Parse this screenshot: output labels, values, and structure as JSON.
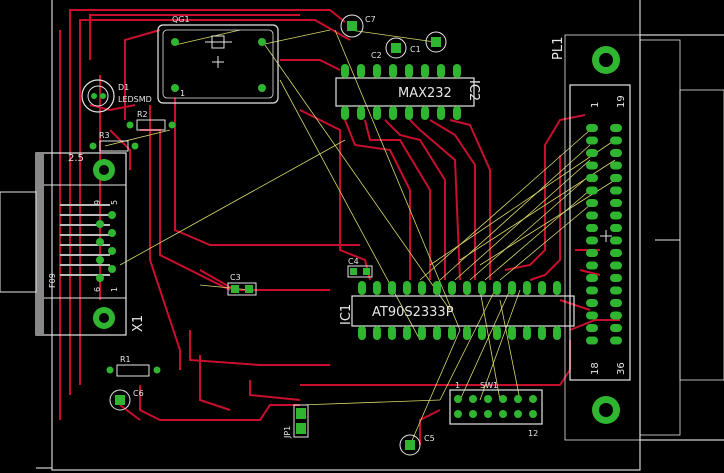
{
  "labels": {
    "qg1": "QG1",
    "c7": "C7",
    "c2": "C2",
    "c1": "C1",
    "max232": "MAX232",
    "ic2": "IC2",
    "d1": "D1",
    "ledsmd": "LEDSMD",
    "one_qg": "1",
    "r2": "R2",
    "r3": "R3",
    "v25": "2.5",
    "pl1": "PL1",
    "p1": "1",
    "p19": "19",
    "p18": "18",
    "p36": "36",
    "f09": "F09",
    "d9": "9",
    "d5": "5",
    "d6": "6",
    "d1pin": "1",
    "x1": "X1",
    "c4": "C4",
    "c3": "C3",
    "at90": "AT90S2333P",
    "ic1": "IC1",
    "r1": "R1",
    "c6": "C6",
    "sw1": "SW1",
    "sw_1": "1",
    "sw_12": "12",
    "jp1": "JP1",
    "c5": "C5"
  },
  "colors": {
    "trace": "#c8102e",
    "pad": "#2fb52f",
    "silk": "#e6e6e6",
    "outline": "#d0d0d0",
    "ratsnest": "#d8d86a"
  }
}
